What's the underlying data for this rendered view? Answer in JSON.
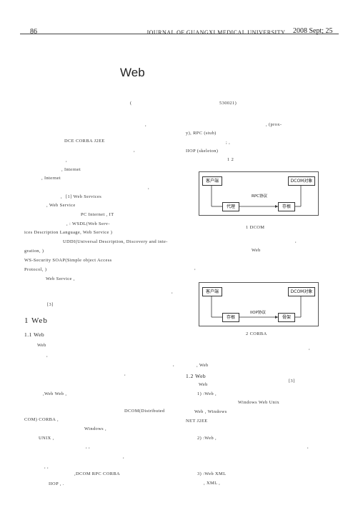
{
  "header": {
    "page_number": "86",
    "journal": "JOURNAL OF GUANGXI MEDICAL UNIVERSITY",
    "date": "2008 Sept; 25"
  },
  "article": {
    "title": "Web",
    "affiliation": "(",
    "postcode": "530021)"
  },
  "left_text": [
    ",",
    "DCE          CORBA   J2EE",
    ",",
    ",",
    ",     Internet",
    ",                    Internet",
    ",",
    ",",
    "[1]   Web Services",
    ",                      Web Service",
    "PC    Internet    ,    IT",
    ",        :        WSDL(Web Serv-",
    "ices Description Language, Web Service     )",
    "UDDI(Universal Description, Discovery and inte-",
    "gration,                )",
    "WS-Security              SOAP(Simple object Access",
    "Protocol,               )",
    "Web Service         ,",
    ",",
    "[3]"
  ],
  "section1": {
    "heading": "1  Web",
    "sub": "1.1        Web"
  },
  "left_text2": [
    "Web",
    ",",
    ",",
    ",",
    ",Web                Web         ,",
    "DCOM(Distributed",
    "COM)   CORBA              ,",
    "Windows                     ,",
    "UNIX       ,",
    ",              ,",
    ",",
    ",                    ,",
    ",DCOM       RPC        CORBA",
    "IIOP       ,      ."
  ],
  "right_text": [
    ",            (prox-",
    "y),    RPC              (stub)",
    ";                ,",
    "IIOP          (skeleton)",
    "1    2"
  ],
  "figure1": {
    "client": "客户端",
    "server": "DCOM对象",
    "proxy": "代理",
    "stub": "存根",
    "protocol": "RPC协议",
    "caption": "1    DCOM"
  },
  "right_text_mid": [
    ",",
    "Web",
    ","
  ],
  "figure2": {
    "client": "客户端",
    "server": "DCOM对象",
    "stub": "存根",
    "skeleton": "骨架",
    "protocol": "IIOP协议",
    "caption": "2    CORBA"
  },
  "right_text2": [
    ",",
    ",            Web",
    "1.2    Web",
    "Web",
    "[3]",
    "1)          :Web               ,",
    "Windows    Web        Unix",
    "Web              ,     Windows",
    "NET       J2EE",
    "2)          :Web                 ,",
    ",",
    "3)                        :Web         XML",
    ",    XML          ,"
  ]
}
